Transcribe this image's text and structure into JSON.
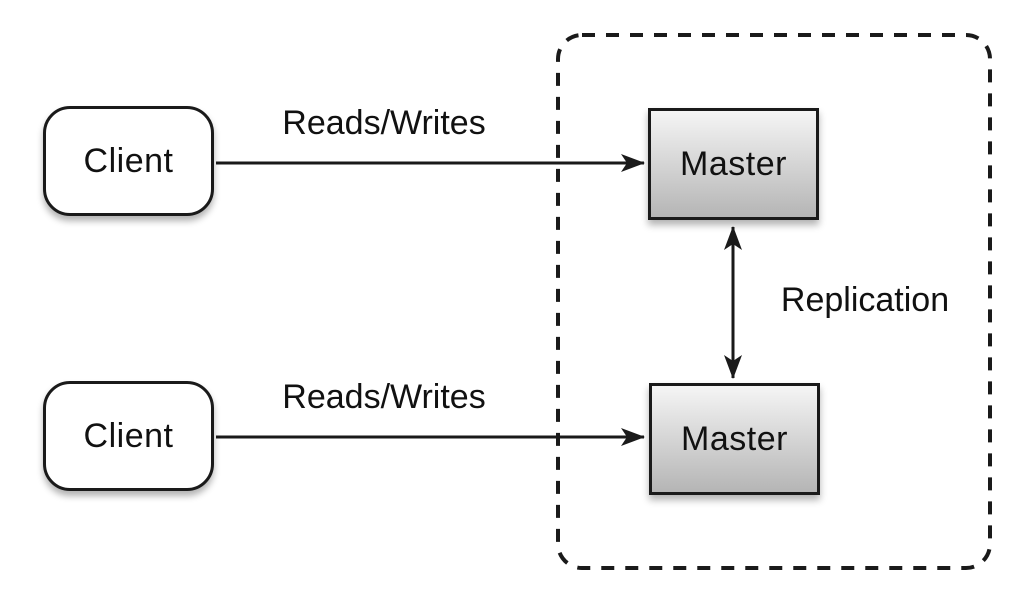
{
  "diagram": {
    "type": "architecture-diagram",
    "topic": "master-master-replication",
    "nodes": {
      "client_top": {
        "label": "Client",
        "shape": "rounded-rect",
        "fill": "#ffffff"
      },
      "client_bottom": {
        "label": "Client",
        "shape": "rounded-rect",
        "fill": "#ffffff"
      },
      "master_top": {
        "label": "Master",
        "shape": "rect",
        "fill": "gradient"
      },
      "master_bottom": {
        "label": "Master",
        "shape": "rect",
        "fill": "gradient"
      }
    },
    "edges": {
      "reads_writes_top": {
        "label": "Reads/Writes",
        "from": "client_top",
        "to": "master_top",
        "direction": "one-way"
      },
      "reads_writes_bottom": {
        "label": "Reads/Writes",
        "from": "client_bottom",
        "to": "master_bottom",
        "direction": "one-way"
      },
      "replication": {
        "label": "Replication",
        "from": "master_top",
        "to": "master_bottom",
        "direction": "two-way"
      }
    },
    "groups": {
      "replication_group": {
        "style": "dashed-rounded-rect",
        "contains": [
          "master_top",
          "master_bottom"
        ]
      }
    },
    "colors": {
      "stroke": "#1a1a1a",
      "background": "#ffffff",
      "node_fill": "#ffffff",
      "master_gradient_top": "#f5f5f5",
      "master_gradient_bottom": "#b5b5b5",
      "text_color": "#111111"
    }
  }
}
